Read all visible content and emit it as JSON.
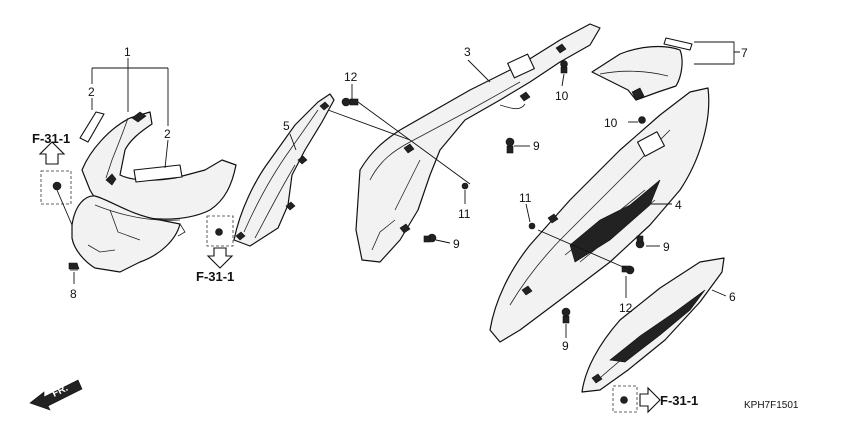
{
  "diagram": {
    "callouts": {
      "n1": "1",
      "n2a": "2",
      "n2b": "2",
      "n3": "3",
      "n4": "4",
      "n5": "5",
      "n6": "6",
      "n7": "7",
      "n8": "8",
      "n9a": "9",
      "n9b": "9",
      "n9c": "9",
      "n9d": "9",
      "n10a": "10",
      "n10b": "10",
      "n11a": "11",
      "n11b": "11",
      "n12a": "12",
      "n12b": "12"
    },
    "references": {
      "top_left": "F-31-1",
      "bottom_left": "F-31-1",
      "bottom_right": "F-31-1"
    },
    "front_marker": "FR.",
    "drawing_code": "KPH7F1501"
  }
}
